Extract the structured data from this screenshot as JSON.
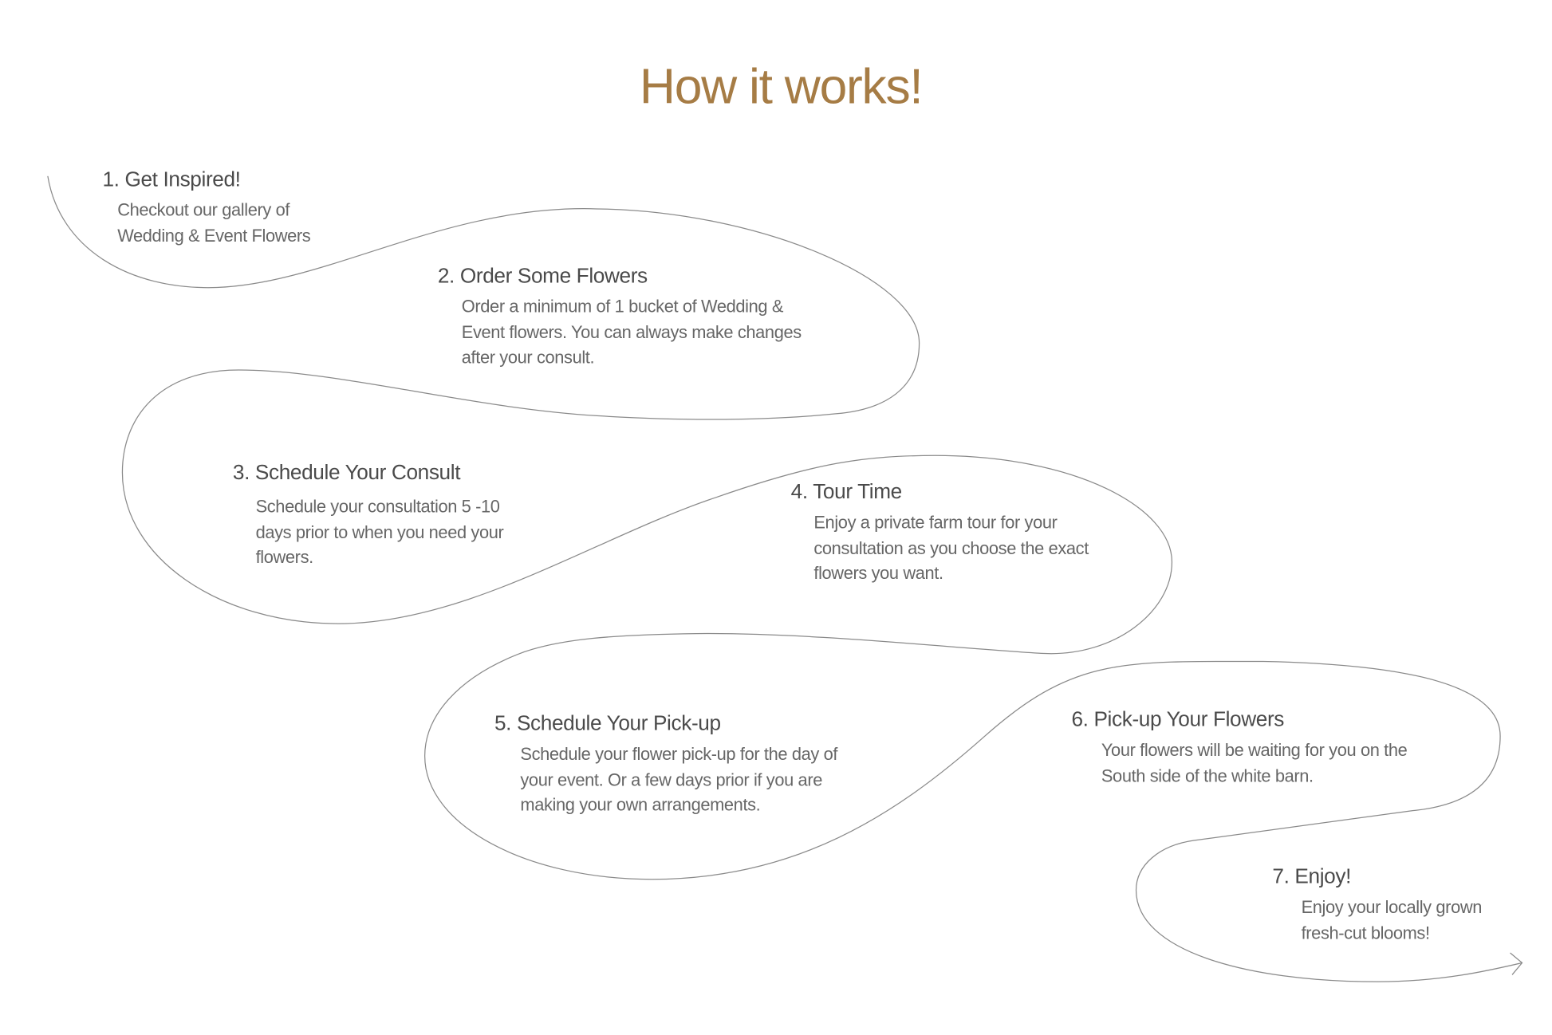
{
  "title": "How it works!",
  "colors": {
    "title": "#A67C45",
    "line": "#8a8a8a"
  },
  "steps": [
    {
      "heading": "1. Get Inspired!",
      "lines": [
        "Checkout our gallery of",
        "Wedding & Event Flowers"
      ]
    },
    {
      "heading": "2. Order Some Flowers",
      "lines": [
        "Order a minimum of 1 bucket of Wedding &",
        "Event flowers. You can always make changes",
        "after your consult."
      ]
    },
    {
      "heading": "3.  Schedule Your Consult",
      "lines": [
        "Schedule your consultation 5 -10",
        "days prior to when you need your",
        "flowers."
      ]
    },
    {
      "heading": "4. Tour Time",
      "lines": [
        "Enjoy a private farm tour for your",
        "consultation as you choose the exact",
        "flowers you want."
      ]
    },
    {
      "heading": "5. Schedule Your Pick-up",
      "lines": [
        "Schedule your flower pick-up for the day of",
        "your event. Or a few days prior if you are",
        "making your own arrangements."
      ]
    },
    {
      "heading": "6.  Pick-up Your Flowers",
      "lines": [
        "Your flowers will be waiting for you on the",
        "South side of the white barn."
      ]
    },
    {
      "heading": "7.  Enjoy!",
      "lines": [
        "Enjoy your locally grown",
        "fresh-cut blooms!"
      ]
    }
  ]
}
